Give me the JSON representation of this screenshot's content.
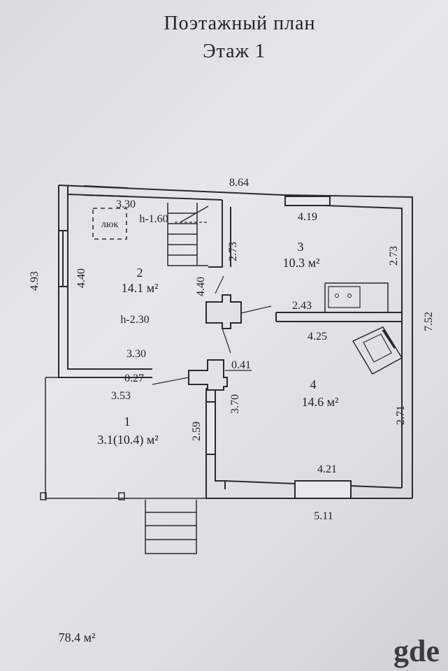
{
  "header": {
    "title": "Поэтажный план",
    "floor": "Этаж 1"
  },
  "dimensions": {
    "top_width": "8.64",
    "left_height": "4.93",
    "right_height": "7.52",
    "room1_top": "3.53",
    "room1_right": "2.59",
    "room2_top": "3.30",
    "room2_left": "4.40",
    "room2_right": "4.40",
    "room2_bottom": "3.30",
    "stair_h": "h-1.60",
    "room2_h": "h-2.30",
    "room3_top": "4.19",
    "room3_left": "2.73",
    "room3_right": "2.73",
    "room3_bottom": "2.43",
    "room4_top": "4.25",
    "room4_left": "3.70",
    "room4_right": "2.71",
    "room4_bottom": "4.21",
    "bottom_width": "5.11",
    "wall_a": "0.27",
    "wall_b": "0.41"
  },
  "rooms": [
    {
      "number": "1",
      "area": "3.1(10.4) м²"
    },
    {
      "number": "2",
      "area": "14.1 м²"
    },
    {
      "number": "3",
      "area": "10.3 м²"
    },
    {
      "number": "4",
      "area": "14.6 м²"
    }
  ],
  "labels": {
    "hatch": "люк",
    "total_area": "78.4 м²",
    "watermark": "gde"
  }
}
